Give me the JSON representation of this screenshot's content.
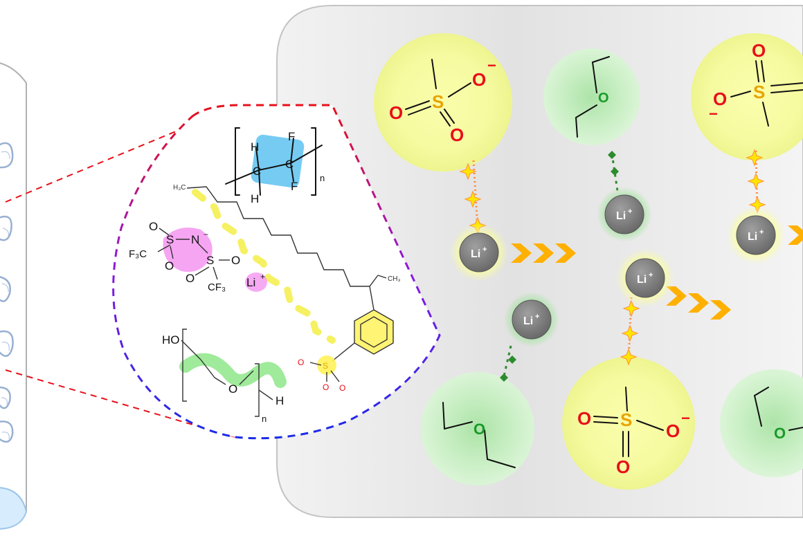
{
  "colors": {
    "oxygen": "#e8101a",
    "sulfur": "#e8a400",
    "ether_oxygen": "#1a9a2a",
    "lithium_ion": "#7a7a7a",
    "sulfonate_glow": "#fbff9a",
    "ether_glow": "#c9efc4",
    "pvdf_highlight": "#5ec2f0",
    "tfsi_highlight": "#f48ef0",
    "sulfonate_highlight": "#fff25a",
    "chain_highlight": "#f4f05a",
    "peo_highlight": "#8ee68a",
    "arrow": "#ffb000",
    "spark": "#ffe600",
    "circle_dash_red": "#e8101a",
    "circle_dash_purple": "#8a1ae0",
    "circle_dash_blue": "#1a2ae8",
    "fiber": "#5a7fb5"
  },
  "labels": {
    "li": "Li",
    "plus": "+",
    "minus": "−",
    "sulfur": "S",
    "oxygen": "O",
    "ether_oxygen": "O",
    "pvdf_h": "H",
    "pvdf_f": "F",
    "pvdf_c": "C",
    "repeat_n": "n",
    "nitrogen": "N",
    "h3c": "H₃C",
    "ch3": "CH₃",
    "cf3_left": "F₃C",
    "cf3_right": "CF₃",
    "ho": "HO",
    "h_end": "H"
  },
  "icons": {
    "transport_arrow": "chevron-arrow-icon",
    "interaction": "spark-icon"
  }
}
